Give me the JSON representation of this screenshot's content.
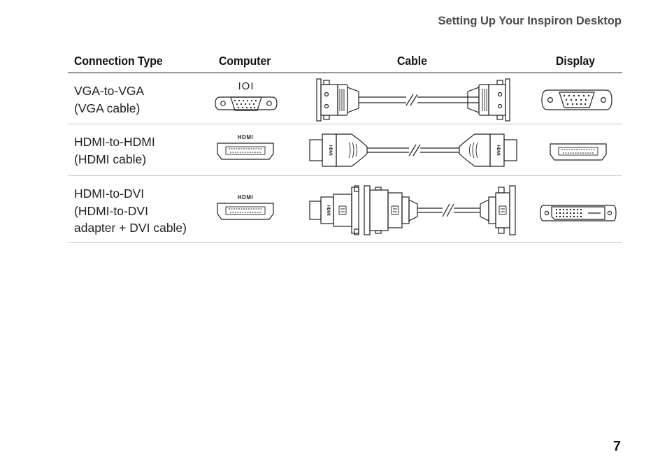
{
  "header": {
    "running_title": "Setting Up Your Inspiron Desktop"
  },
  "table": {
    "columns": [
      "Connection Type",
      "Computer",
      "Cable",
      "Display"
    ],
    "rows": [
      {
        "type_lines": [
          "VGA-to-VGA",
          "(VGA cable)"
        ],
        "computer_icon": "vga-port-icon",
        "cable_icon": "vga-cable-icon",
        "display_icon": "vga-port-icon"
      },
      {
        "type_lines": [
          "HDMI-to-HDMI",
          "(HDMI cable)"
        ],
        "computer_icon": "hdmi-port-icon",
        "cable_icon": "hdmi-cable-icon",
        "display_icon": "hdmi-port-icon"
      },
      {
        "type_lines": [
          "HDMI-to-DVI",
          "(HDMI-to-DVI",
          "adapter + DVI cable)"
        ],
        "computer_icon": "hdmi-port-icon",
        "cable_icon": "hdmi-to-dvi-cable-icon",
        "display_icon": "dvi-port-icon"
      }
    ]
  },
  "port_labels": {
    "vga": "IOI",
    "hdmi": "HDMI"
  },
  "footer": {
    "page_number": "7"
  }
}
